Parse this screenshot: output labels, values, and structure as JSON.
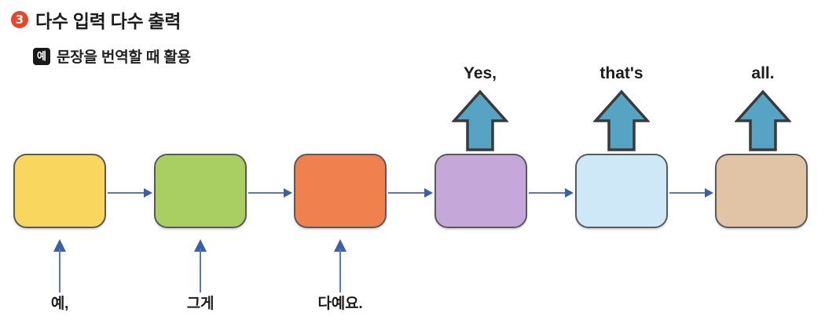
{
  "header": {
    "badge_number": "3",
    "title": "다수 입력 다수 출력",
    "example_badge": "예",
    "example_text": "문장을 번역할 때 활용"
  },
  "diagram": {
    "type": "many-to-many sequence (seq2seq) RNN",
    "cells": [
      {
        "name": "cell-1",
        "color": "#F9D75E"
      },
      {
        "name": "cell-2",
        "color": "#A9CF63"
      },
      {
        "name": "cell-3",
        "color": "#F0804E"
      },
      {
        "name": "cell-4",
        "color": "#C5A7D9"
      },
      {
        "name": "cell-5",
        "color": "#CFE8F8"
      },
      {
        "name": "cell-6",
        "color": "#E0C4A5"
      }
    ],
    "inputs": [
      {
        "label": "예,"
      },
      {
        "label": "그게"
      },
      {
        "label": "다예요."
      }
    ],
    "outputs": [
      {
        "label": "Yes,"
      },
      {
        "label": "that's"
      },
      {
        "label": "all."
      }
    ],
    "colors": {
      "connector_arrow": "#5878B8",
      "connector_head": "#3C5FA8",
      "output_arrow_fill": "#56A3C4",
      "output_arrow_stroke": "#3A3A3A",
      "cell_border": "#5a5a5a",
      "badge": "#E8452B"
    },
    "connector_count": 5
  }
}
